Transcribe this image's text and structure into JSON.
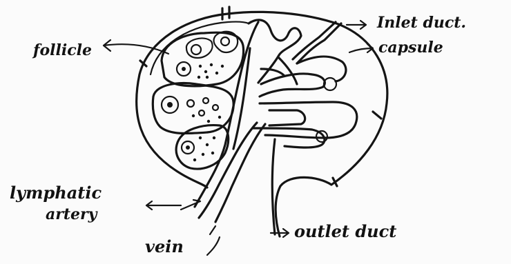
{
  "labels": {
    "follicle": "follicle",
    "inlet_duct": "Inlet duct.",
    "capsule": "capsule",
    "lymphatic": "lymphatic",
    "artery": "artery",
    "vein": "vein",
    "outlet_duct": "outlet duct"
  },
  "colors": {
    "ink": "#151515",
    "paper": "#fbfbfb"
  }
}
